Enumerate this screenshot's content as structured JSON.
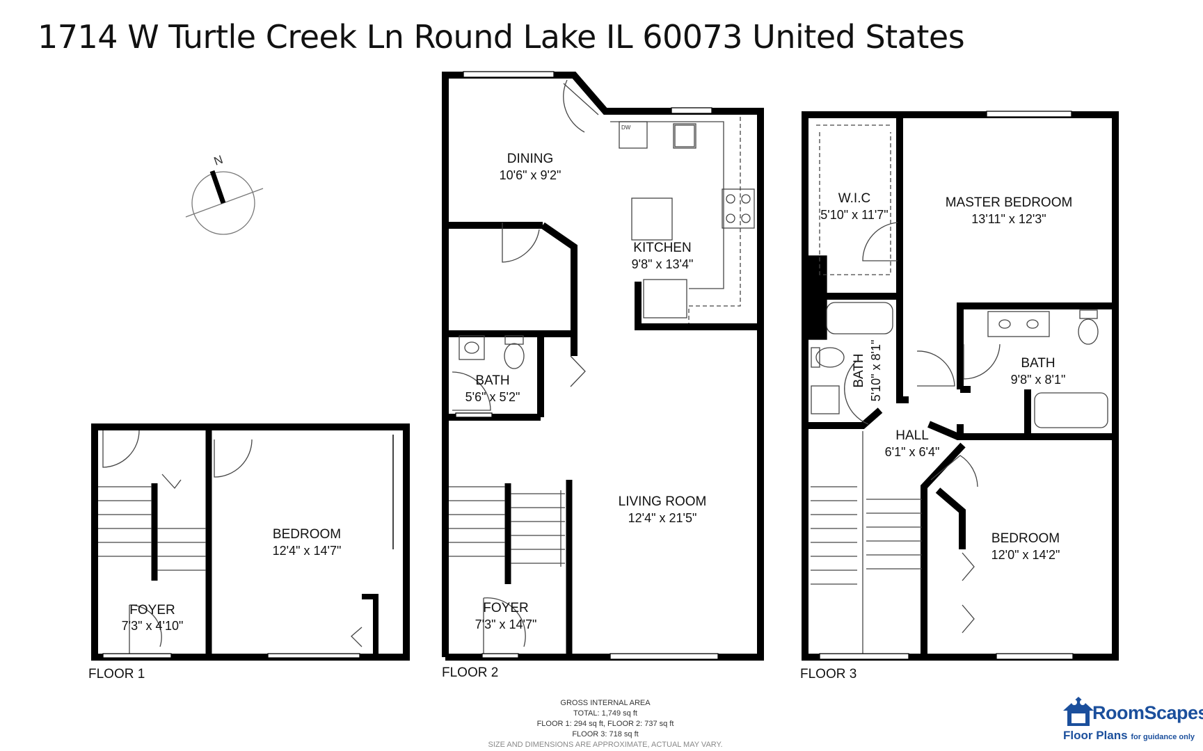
{
  "title": "1714 W Turtle Creek Ln Round Lake IL 60073 United States",
  "compass_label": "N",
  "floors": [
    {
      "label": "FLOOR 1",
      "rooms": [
        {
          "name": "BEDROOM",
          "dims": "12'4\" x 14'7\""
        },
        {
          "name": "FOYER",
          "dims": "7'3\" x 4'10\""
        }
      ]
    },
    {
      "label": "FLOOR 2",
      "rooms": [
        {
          "name": "DINING",
          "dims": "10'6\" x 9'2\""
        },
        {
          "name": "KITCHEN",
          "dims": "9'8\" x 13'4\""
        },
        {
          "name": "BATH",
          "dims": "5'6\" x 5'2\""
        },
        {
          "name": "LIVING ROOM",
          "dims": "12'4\" x 21'5\""
        },
        {
          "name": "FOYER",
          "dims": "7'3\" x 14'7\""
        }
      ],
      "appliance_label": "DW"
    },
    {
      "label": "FLOOR 3",
      "rooms": [
        {
          "name": "W.I.C",
          "dims": "5'10\" x 11'7\""
        },
        {
          "name": "MASTER BEDROOM",
          "dims": "13'11\" x 12'3\""
        },
        {
          "name": "BATH",
          "dims": "5'10\" x 8'1\""
        },
        {
          "name": "BATH",
          "dims": "9'8\" x 8'1\""
        },
        {
          "name": "HALL",
          "dims": "6'1\" x 6'4\""
        },
        {
          "name": "BEDROOM",
          "dims": "12'0\" x 14'2\""
        }
      ]
    }
  ],
  "area_summary": {
    "heading": "GROSS INTERNAL AREA",
    "total": "TOTAL: 1,749 sq ft",
    "floors_1_2": "FLOOR 1: 294 sq ft, FLOOR 2: 737 sq ft",
    "floor_3": "FLOOR 3: 718 sq ft",
    "disclaimer": "SIZE AND DIMENSIONS ARE APPROXIMATE, ACTUAL MAY VARY."
  },
  "logo": {
    "brand": "RoomScapes",
    "line": "Floor Plans",
    "tagline": "for guidance only",
    "color": "#1b4f9c"
  },
  "colors": {
    "wall": "#000000",
    "background": "#ffffff"
  }
}
